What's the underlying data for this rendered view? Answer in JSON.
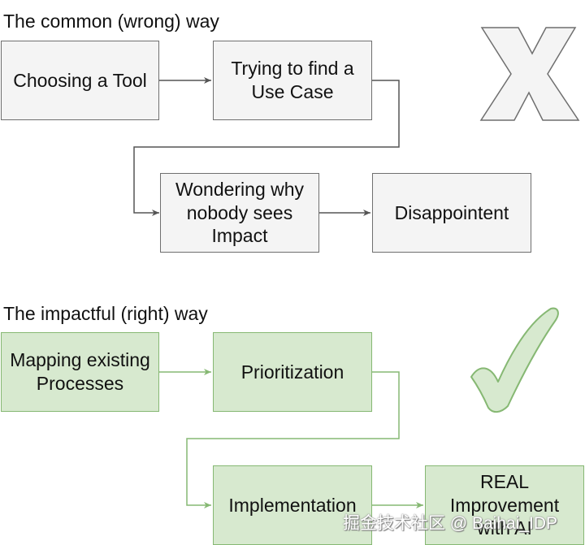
{
  "wrong": {
    "title": "The common (wrong)  way",
    "steps": [
      "Choosing a Tool",
      "Trying to find a\nUse Case",
      "Wondering why\nnobody sees\nImpact",
      "Disappointent"
    ]
  },
  "right": {
    "title": "The impactful (right) way",
    "steps": [
      "Mapping existing\nProcesses",
      "Prioritization",
      "Implementation",
      "REAL\nImprovement\nwith AI"
    ]
  },
  "watermark": "掘金技术社区 @ Baihai_IDP",
  "colors": {
    "wrong_fill": "#f4f4f4",
    "wrong_stroke": "#6f6f6f",
    "right_fill": "#d7e9cf",
    "right_stroke": "#86b873"
  },
  "icons": {
    "wrong": "x-mark-icon",
    "right": "check-mark-icon"
  }
}
